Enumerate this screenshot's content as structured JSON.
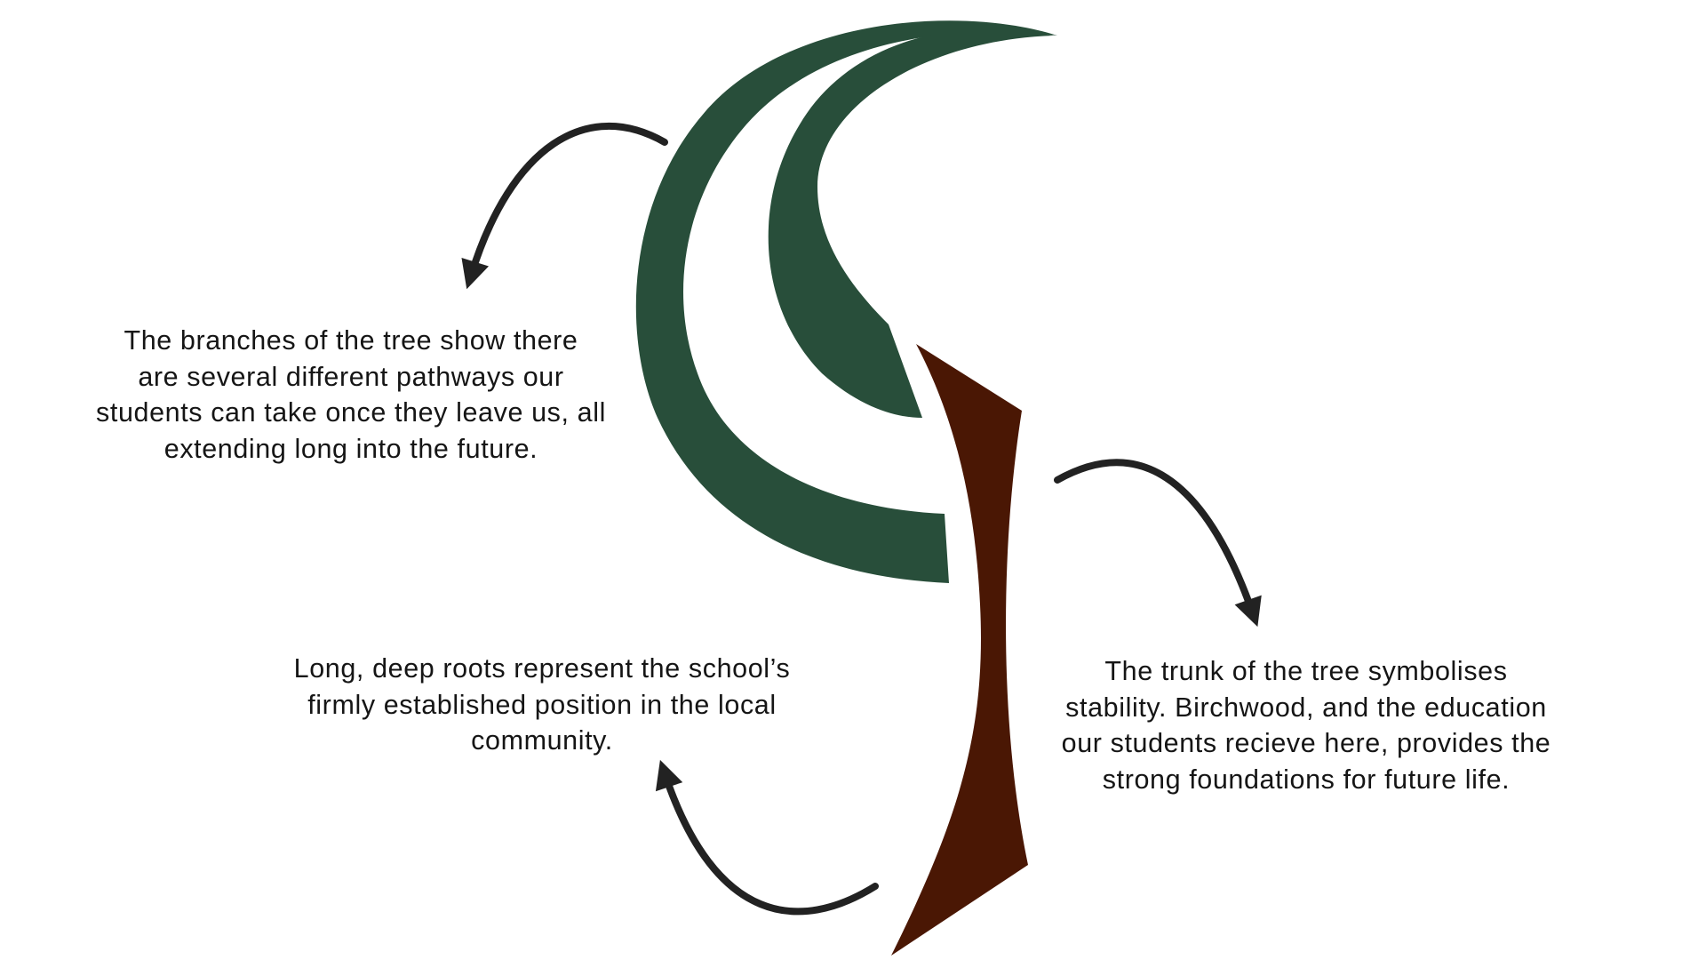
{
  "colors": {
    "branches": "#284e3a",
    "trunk": "#4a1704",
    "arrows": "#222222",
    "text": "#151515",
    "background": "#ffffff"
  },
  "captions": {
    "branches": {
      "lines": [
        "The branches of the tree show there",
        "are several different pathways our",
        "students can take once they leave us, all",
        "extending long into the future."
      ]
    },
    "roots": {
      "lines": [
        "Long, deep roots represent the school’s",
        "firmly established position in the local",
        "community."
      ]
    },
    "trunk": {
      "lines": [
        "The trunk of the tree symbolises",
        "stability. Birchwood, and the education",
        "our students recieve here, provides the",
        "strong foundations for future life."
      ]
    }
  }
}
